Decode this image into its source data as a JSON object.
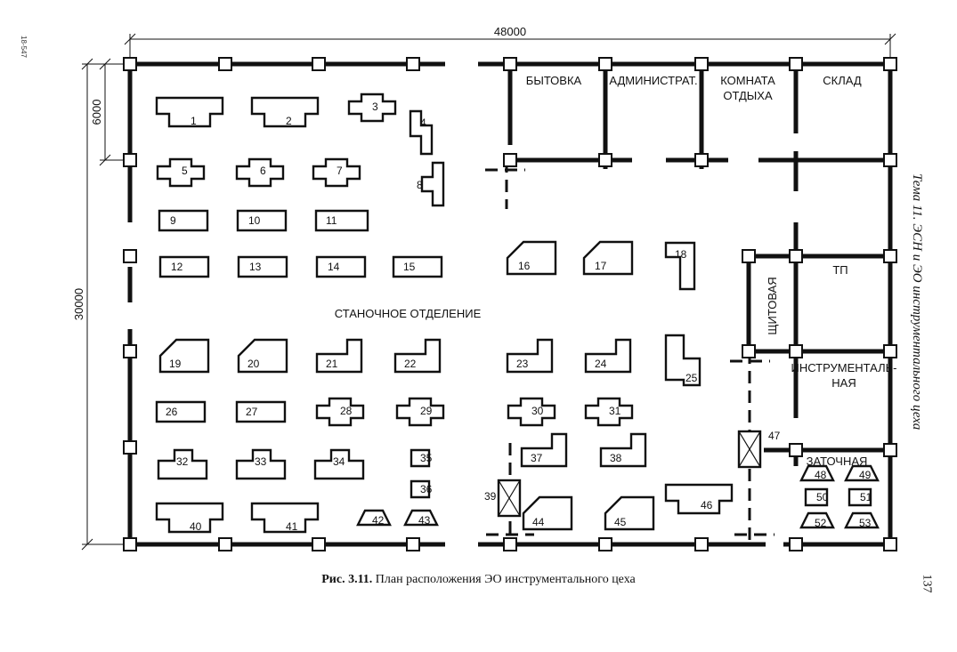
{
  "dimensions": {
    "width_total": "48000",
    "height_total": "30000",
    "bay": "6000"
  },
  "rooms": {
    "bytovka": "БЫТОВКА",
    "admin": "АДМИНИСТРАТ.",
    "rest_1": "КОМНАТА",
    "rest_2": "ОТДЫХА",
    "sklad": "СКЛАД",
    "tp": "ТП",
    "shchit": "ЩИТОВАЯ",
    "instr_1": "ИНСТРУМЕНТАЛЬ-",
    "instr_2": "НАЯ",
    "zatoch": "ЗАТОЧНАЯ",
    "stanoch": "СТАНОЧНОЕ ОТДЕЛЕНИЕ"
  },
  "machines": [
    "1",
    "2",
    "3",
    "4",
    "5",
    "6",
    "7",
    "8",
    "9",
    "10",
    "11",
    "12",
    "13",
    "14",
    "15",
    "16",
    "17",
    "18",
    "19",
    "20",
    "21",
    "22",
    "23",
    "24",
    "25",
    "26",
    "27",
    "28",
    "29",
    "30",
    "31",
    "32",
    "33",
    "34",
    "35",
    "36",
    "37",
    "38",
    "39",
    "40",
    "41",
    "42",
    "43",
    "44",
    "45",
    "46",
    "47",
    "48",
    "49",
    "50",
    "51",
    "52",
    "53"
  ],
  "caption": {
    "bold": "Рис. 3.11.",
    "text": " План расположения ЭО инструментального цеха"
  },
  "side_title": "Тема 11. ЭСН и ЭО инструментального цеха",
  "page_number": "137",
  "corner_mark": "18-547"
}
